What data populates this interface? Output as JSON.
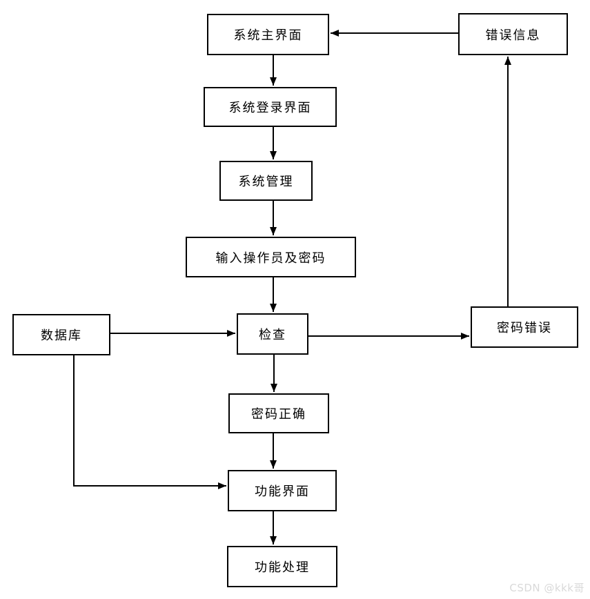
{
  "diagram": {
    "type": "flowchart",
    "nodes": [
      {
        "id": "system-main",
        "label": "系统主界面"
      },
      {
        "id": "system-login",
        "label": "系统登录界面"
      },
      {
        "id": "system-manage",
        "label": "系统管理"
      },
      {
        "id": "input-operator-password",
        "label": "输入操作员及密码"
      },
      {
        "id": "check",
        "label": "检查"
      },
      {
        "id": "database",
        "label": "数据库"
      },
      {
        "id": "password-error",
        "label": "密码错误"
      },
      {
        "id": "error-info",
        "label": "错误信息"
      },
      {
        "id": "password-correct",
        "label": "密码正确"
      },
      {
        "id": "function-ui",
        "label": "功能界面"
      },
      {
        "id": "function-process",
        "label": "功能处理"
      }
    ],
    "edges": [
      {
        "from": "system-main",
        "to": "system-login"
      },
      {
        "from": "system-login",
        "to": "system-manage"
      },
      {
        "from": "system-manage",
        "to": "input-operator-password"
      },
      {
        "from": "input-operator-password",
        "to": "check"
      },
      {
        "from": "database",
        "to": "check"
      },
      {
        "from": "check",
        "to": "password-error"
      },
      {
        "from": "password-error",
        "to": "error-info"
      },
      {
        "from": "error-info",
        "to": "system-main"
      },
      {
        "from": "check",
        "to": "password-correct"
      },
      {
        "from": "password-correct",
        "to": "function-ui"
      },
      {
        "from": "database",
        "to": "function-ui"
      },
      {
        "from": "function-ui",
        "to": "function-process"
      }
    ]
  },
  "colors": {
    "background": "#ffffff",
    "box_border": "#000000",
    "arrow": "#000000",
    "watermark": "#d9d9d9"
  },
  "watermark": {
    "text": "CSDN @kkk哥"
  }
}
